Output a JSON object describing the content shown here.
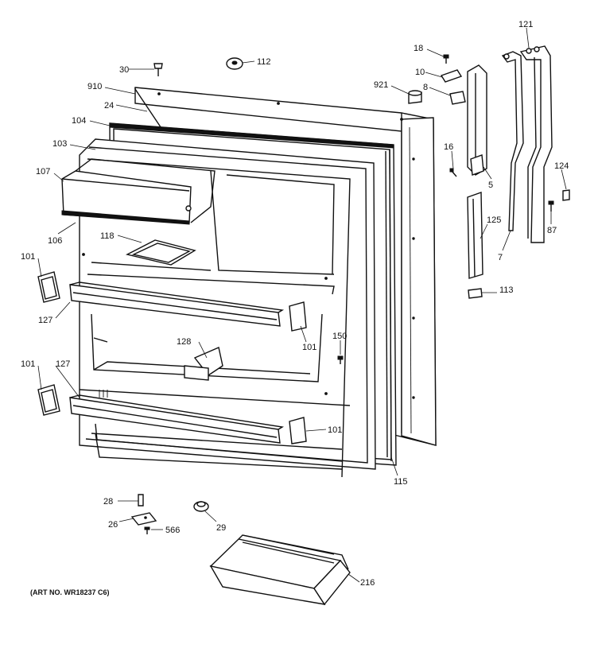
{
  "art_number": "(ART NO. WR18237 C6)",
  "callouts": {
    "c30": "30",
    "c112": "112",
    "c910": "910",
    "c24": "24",
    "c104": "104",
    "c103": "103",
    "c107": "107",
    "c106": "106",
    "c118": "118",
    "c101a": "101",
    "c127a": "127",
    "c101b": "101",
    "c128": "128",
    "c150": "150",
    "c101c": "101",
    "c127b": "127",
    "c101d": "101",
    "c115": "115",
    "c18": "18",
    "c10": "10",
    "c921": "921",
    "c8": "8",
    "c16": "16",
    "c5": "5",
    "c121": "121",
    "c124": "124",
    "c125": "125",
    "c7": "7",
    "c87": "87",
    "c113": "113",
    "c28": "28",
    "c26": "26",
    "c566": "566",
    "c29": "29",
    "c216": "216"
  }
}
